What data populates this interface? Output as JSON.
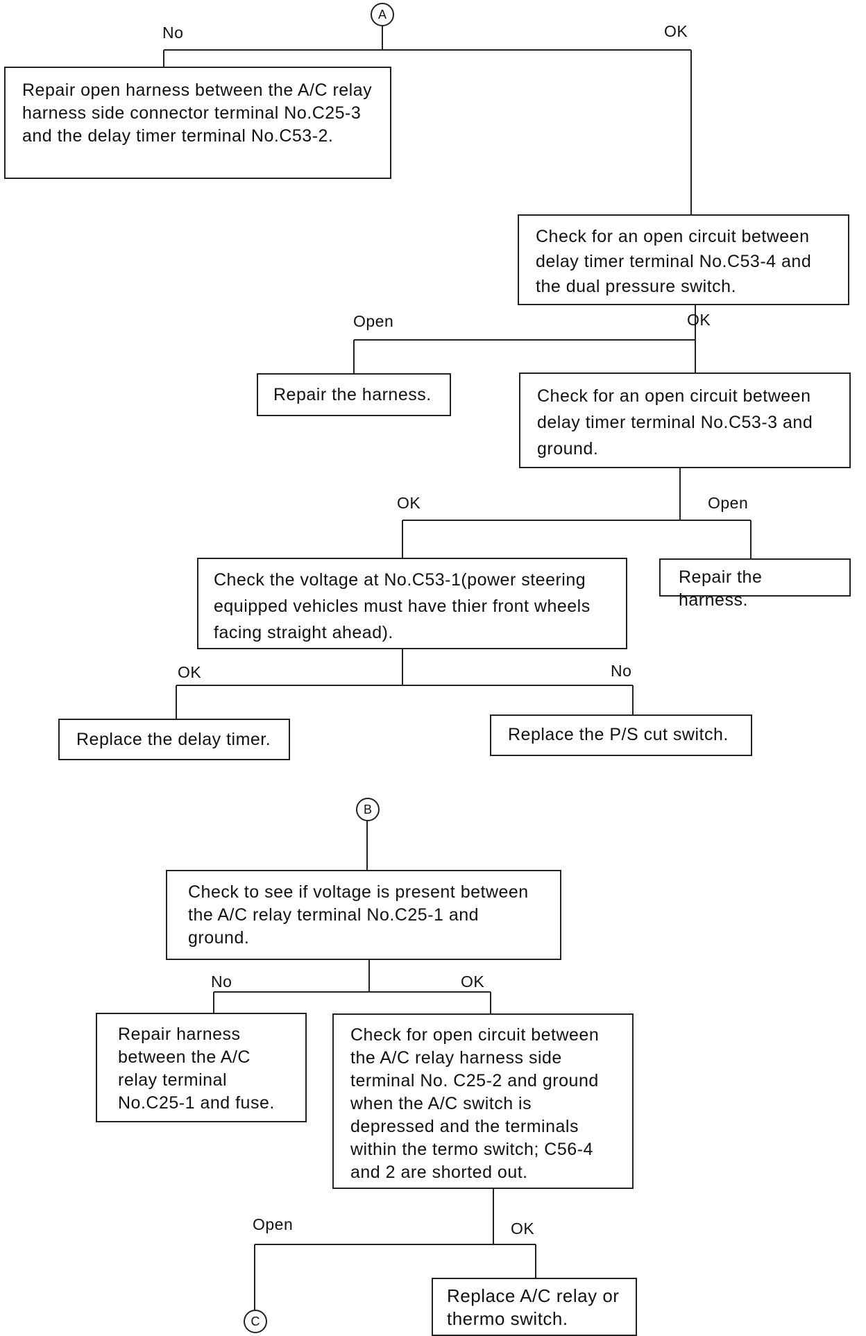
{
  "connectors": {
    "a": "A",
    "b": "B",
    "c": "C"
  },
  "section_a": {
    "label_no_top": "No",
    "label_ok_top": "OK",
    "box_repair_open": "Repair open harness between the A/C relay harness side connector terminal No.C25-3 and the delay timer terminal No.C53-2.",
    "box_check_c53_4": "Check for an open circuit between delay timer terminal No.C53-4 and the dual pressure switch.",
    "label_open_1": "Open",
    "label_ok_1": "OK",
    "box_repair_harness_1": "Repair the harness.",
    "box_check_c53_3": "Check for an open circuit between delay timer terminal No.C53-3 and ground.",
    "label_ok_2": "OK",
    "label_open_2": "Open",
    "box_repair_harness_2": "Repair the harness.",
    "box_check_voltage": "Check the voltage at No.C53-1(power steering equipped vehicles must have thier front wheels facing straight   ahead).",
    "label_ok_3": "OK",
    "label_no_3": "No",
    "box_replace_delay": "Replace the delay timer.",
    "box_replace_ps": "Replace the P/S cut switch."
  },
  "section_b": {
    "box_check_c25_1": "Check to see if voltage is present between the A/C relay terminal No.C25-1 and ground.",
    "label_no": "No",
    "label_ok": "OK",
    "box_repair_fuse": "Repair harness between the A/C relay terminal No.C25-1 and fuse.",
    "box_check_c25_2": "Check for open circuit between the A/C relay harness side terminal No. C25-2 and ground when the A/C switch is depressed and the terminals within the termo switch; C56-4 and 2 are shorted out.",
    "label_open": "Open",
    "label_ok_2": "OK",
    "box_replace_relay": "Replace A/C relay or thermo switch."
  }
}
